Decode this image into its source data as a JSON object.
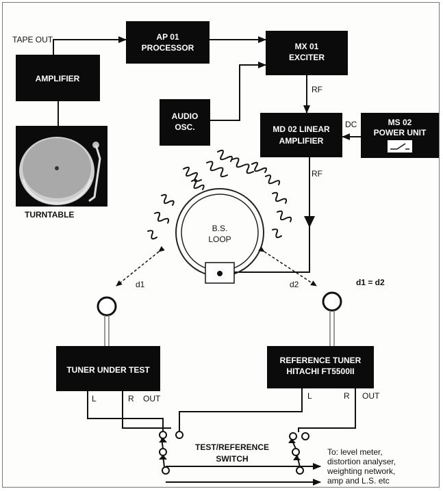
{
  "blocks": {
    "ap01": [
      "AP 01",
      "PROCESSOR"
    ],
    "mx01": [
      "MX 01",
      "EXCITER"
    ],
    "amplifier": [
      "AMPLIFIER"
    ],
    "audio_osc": [
      "AUDIO",
      "OSC."
    ],
    "md02": [
      "MD 02 LINEAR",
      "AMPLIFIER"
    ],
    "ms02": [
      "MS 02",
      "POWER UNIT"
    ],
    "tuner_test": [
      "TUNER UNDER TEST"
    ],
    "ref_tuner": [
      "REFERENCE TUNER",
      "HITACHI FT5500II"
    ]
  },
  "labels": {
    "tape_out": "TAPE OUT",
    "rf1": "RF",
    "rf2": "RF",
    "dc": "DC",
    "turntable": "TURNTABLE",
    "loop": [
      "B.S.",
      "LOOP"
    ],
    "d1": "d1",
    "d2": "d2",
    "d_equal": "d1 = d2",
    "tuner_test_ports": [
      "L",
      "R",
      "OUT"
    ],
    "ref_tuner_ports": [
      "L",
      "R",
      "OUT"
    ],
    "switch": [
      "TEST/REFERENCE",
      "SWITCH"
    ],
    "to_note": [
      "To: level meter,",
      "distortion analyser,",
      "weighting network,",
      "amp and L.S. etc"
    ]
  }
}
